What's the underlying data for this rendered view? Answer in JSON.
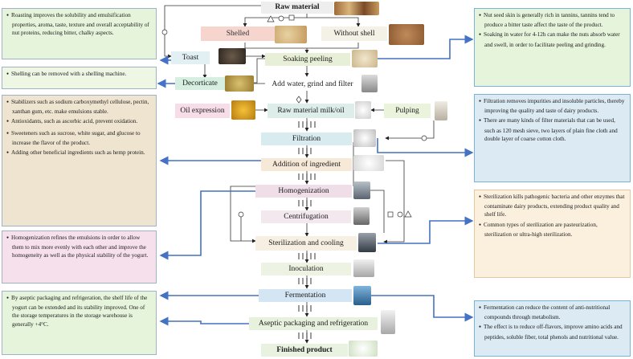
{
  "steps": {
    "raw_material": "Raw material",
    "shelled": "Shelled",
    "without_shell": "Without shell",
    "toast": "Toast",
    "soaking_peeling": "Soaking peeling",
    "decorticate": "Decorticate",
    "add_water": "Add water, grind and filter",
    "oil_expression": "Oil expression",
    "raw_milk": "Raw material milk/oil",
    "pulping": "Pulping",
    "filtration": "Filtration",
    "addition": "Addition of ingredient",
    "homogenization": "Homogenization",
    "centrifugation": "Centrifugation",
    "sterilization": "Sterilization and cooling",
    "inoculation": "Inoculation",
    "fermentation": "Fermentation",
    "aseptic": "Aseptic packaging and refrigeration",
    "finished": "Finished product"
  },
  "notes_left": {
    "roasting": [
      "Roasting improves the solubility and emulsification properties, aroma, taste, texture and overall acceptability of nut proteins, reducing bitter, chalky aspects."
    ],
    "shelling": [
      "Shelling can be removed with a shelling machine."
    ],
    "additives": [
      "Stabilizers such as sodium carboxymethyl cellulose, pectin, xanthan gum, etc. make emulsions stable.",
      "Antioxidants, such as ascorbic acid, prevent oxidation.",
      "Sweeteners such as sucrose, white sugar, and glucose to increase the flavor of the product.",
      "Adding other beneficial ingredients such as hemp protein."
    ],
    "homogenization": [
      "Homogenization refines the emulsions in order to allow them to mix more evenly with each other and improve the homogeneity as well as the physical stability of the yogurt."
    ],
    "packaging": [
      "By aseptic packaging and refrigeration, the shelf life of the yogurt can be extended and its stability improved. One of the storage temperatures in the storage warehouse is generally +4°C."
    ]
  },
  "notes_right": {
    "tannins": [
      "Nut seed skin is generally rich in tannins, tannins tend to produce a bitter taste affect the taste of the product.",
      "Soaking in water for 4-12h can make the nuts absorb water and swell, in order to facilitate peeling and grinding."
    ],
    "filtration": [
      "Filtration removes impurities and insoluble particles, thereby improving the quality and taste of dairy products.",
      "There are many kinds of filter materials that can be used, such as 120 mesh sieve, two layers of plain fine cloth and double layer of coarse cotton cloth."
    ],
    "sterilization": [
      "Sterilization kills pathogenic bacteria and other enzymes that contaminate dairy products, extending product quality and shelf life.",
      "Common types of sterilization are pasteurization, sterilization or ultra-high sterilization."
    ],
    "fermentation": [
      "Fermentation can reduce the content of anti-nutritional compounds through metabolism.",
      "The effect is to reduce off-flavors, improve amino acids and peptides, soluble fiber, total phenols and nutritional value."
    ]
  },
  "colors": {
    "note_green": "#e6f4dc",
    "note_lightgreen": "#eef6e4",
    "note_tan": "#efe4cf",
    "note_pink": "#f6e0ec",
    "note_blue": "#dbeaf3",
    "note_cream": "#fbf0de",
    "arrow_blue": "#4472c4"
  }
}
